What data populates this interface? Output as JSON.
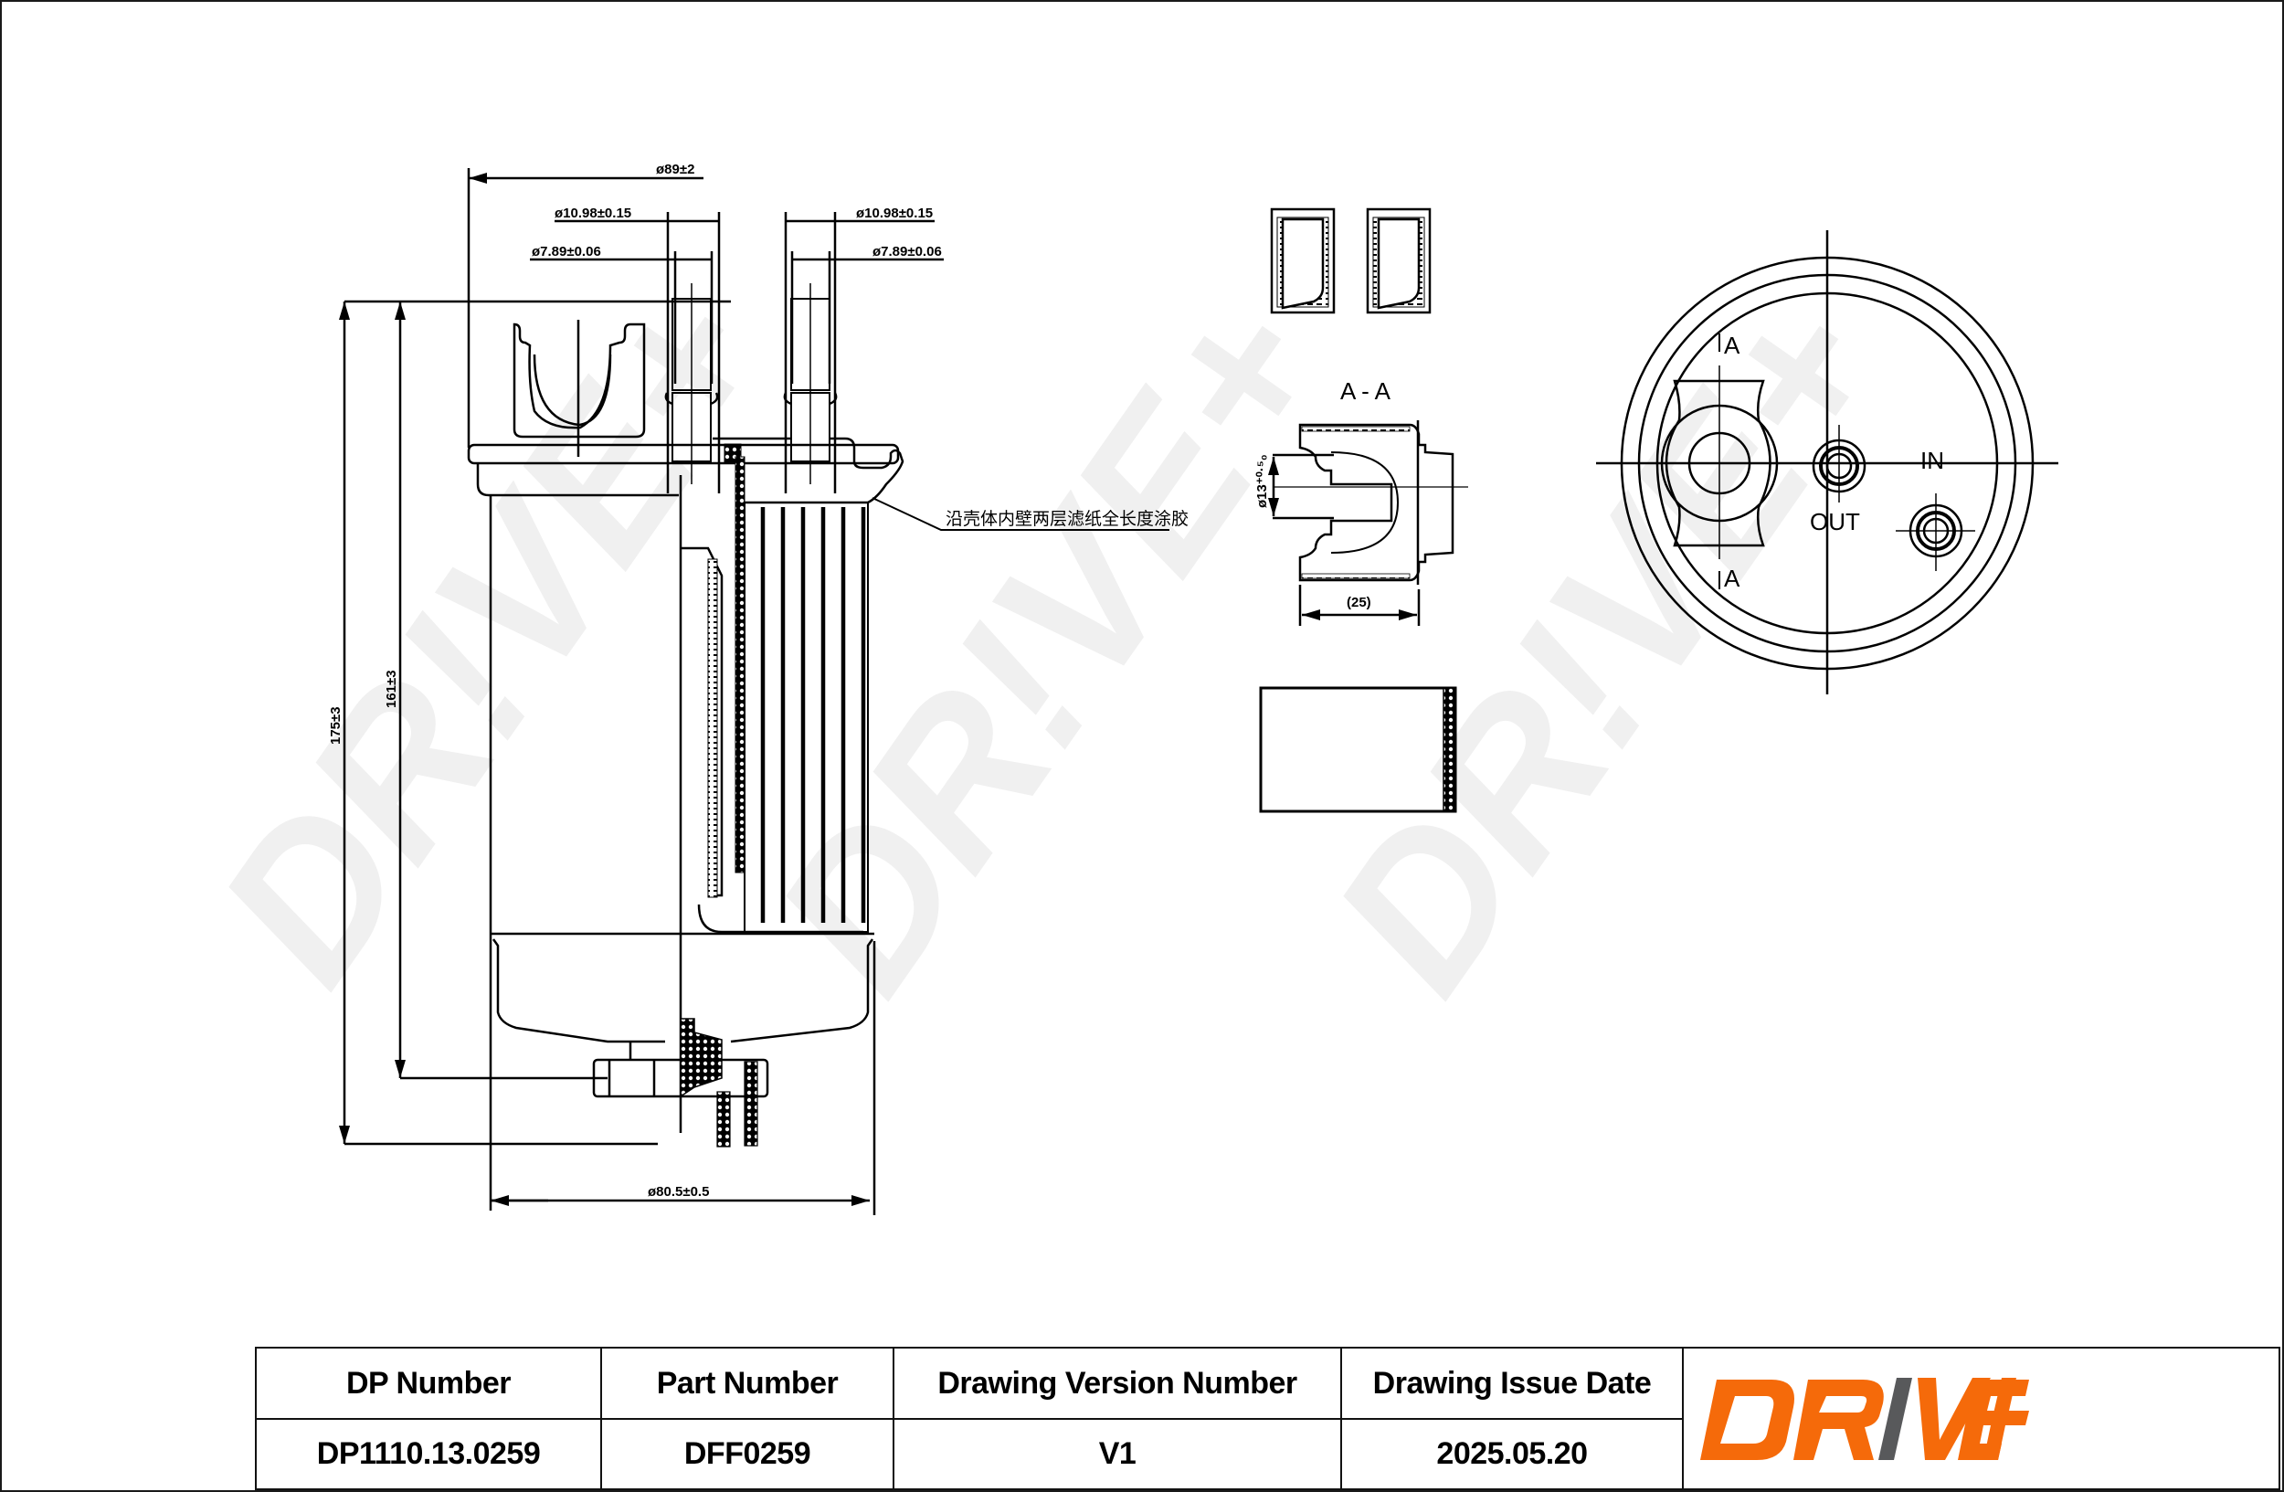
{
  "drawing": {
    "watermark_text": "DR!VE+",
    "colors": {
      "line": "#000000",
      "watermark": "#f0f0f0",
      "brand_orange": "#f56a0a",
      "brand_gray": "#58595b"
    },
    "dimensions": {
      "overall_diameter": "ø89±2",
      "left_pipe_outer": "ø10.98±0.15",
      "left_pipe_inner": "ø7.89±0.06",
      "right_pipe_outer": "ø10.98±0.15",
      "right_pipe_inner": "ø7.89±0.06",
      "total_height": "175±3",
      "body_height": "161±3",
      "body_diameter": "ø80.5±0.5",
      "section_diameter": "ø13⁺⁰·⁵₀",
      "section_length": "(25)"
    },
    "annotation_note": "沿壳体内壁两层滤纸全长度涂胶",
    "section_label": "A - A",
    "section_marker": "A",
    "port_labels": {
      "out": "OUT",
      "in": "IN"
    }
  },
  "title_block": {
    "headers": [
      "DP Number",
      "Part Number",
      "Drawing Version Number",
      "Drawing Issue Date"
    ],
    "values": [
      "DP1110.13.0259",
      "DFF0259",
      "V1",
      "2025.05.20"
    ],
    "logo_text": "DR!VE+"
  }
}
